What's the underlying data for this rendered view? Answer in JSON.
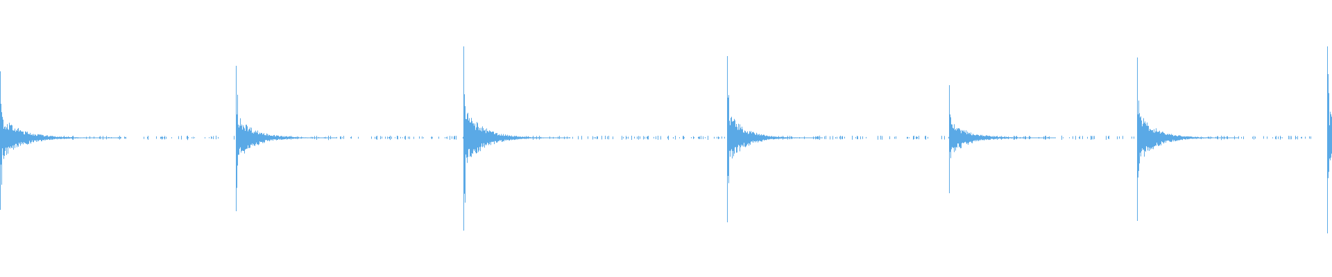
{
  "waveform": {
    "color": "#5aa9e6",
    "background": "#ffffff",
    "seed": 7,
    "samples_visible": 1920,
    "transients": [
      {
        "position": 0.0,
        "peak_up": 0.48,
        "peak_down": 0.52,
        "decay": 0.045
      },
      {
        "position": 0.177,
        "peak_up": 0.52,
        "peak_down": 0.53,
        "decay": 0.038
      },
      {
        "position": 0.348,
        "peak_up": 0.66,
        "peak_down": 0.67,
        "decay": 0.04
      },
      {
        "position": 0.546,
        "peak_up": 0.59,
        "peak_down": 0.61,
        "decay": 0.036
      },
      {
        "position": 0.713,
        "peak_up": 0.38,
        "peak_down": 0.4,
        "decay": 0.04
      },
      {
        "position": 0.854,
        "peak_up": 0.58,
        "peak_down": 0.6,
        "decay": 0.038
      },
      {
        "position": 0.997,
        "peak_up": 0.66,
        "peak_down": 0.69,
        "decay": 0.03
      }
    ],
    "noise_floor": 0.012
  }
}
